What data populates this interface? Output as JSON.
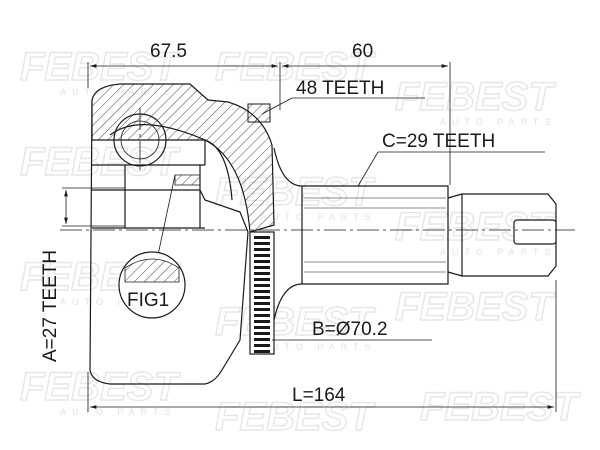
{
  "watermark": {
    "brand": "FEBEST",
    "tagline": "AUTO PARTS"
  },
  "dimensions": {
    "top_left": "67.5",
    "top_right": "60",
    "outer_teeth": "48 TEETH",
    "spline_c": "C=29 TEETH",
    "spline_a": "A=27 TEETH",
    "ring_b": "B=Ø70.2",
    "length": "L=164",
    "fig": "FIG1"
  },
  "colors": {
    "ink": "#1a1a1a",
    "watermark": "#e6e6e6"
  }
}
